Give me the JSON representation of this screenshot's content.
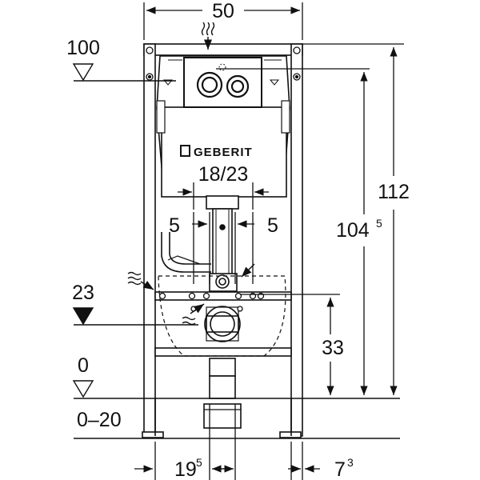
{
  "brand": "GEBERIT",
  "dimensions": {
    "frame_width": "50",
    "frame_height": "112",
    "flush_height": "104",
    "flush_height_sup": "5",
    "drain_width": "18/23",
    "drain_left": "5",
    "drain_right": "5",
    "outlet_height": "33",
    "bottom_left": "19",
    "bottom_left_sup": "5",
    "bottom_right": "7",
    "bottom_right_sup": "3"
  },
  "levels": {
    "top": "100",
    "mid": "23",
    "floor": "0",
    "floor_range": "0–20"
  },
  "icons": [
    "water-flow-icon",
    "level-marker-open-icon",
    "level-marker-filled-icon",
    "dimension-arrow-icon"
  ]
}
